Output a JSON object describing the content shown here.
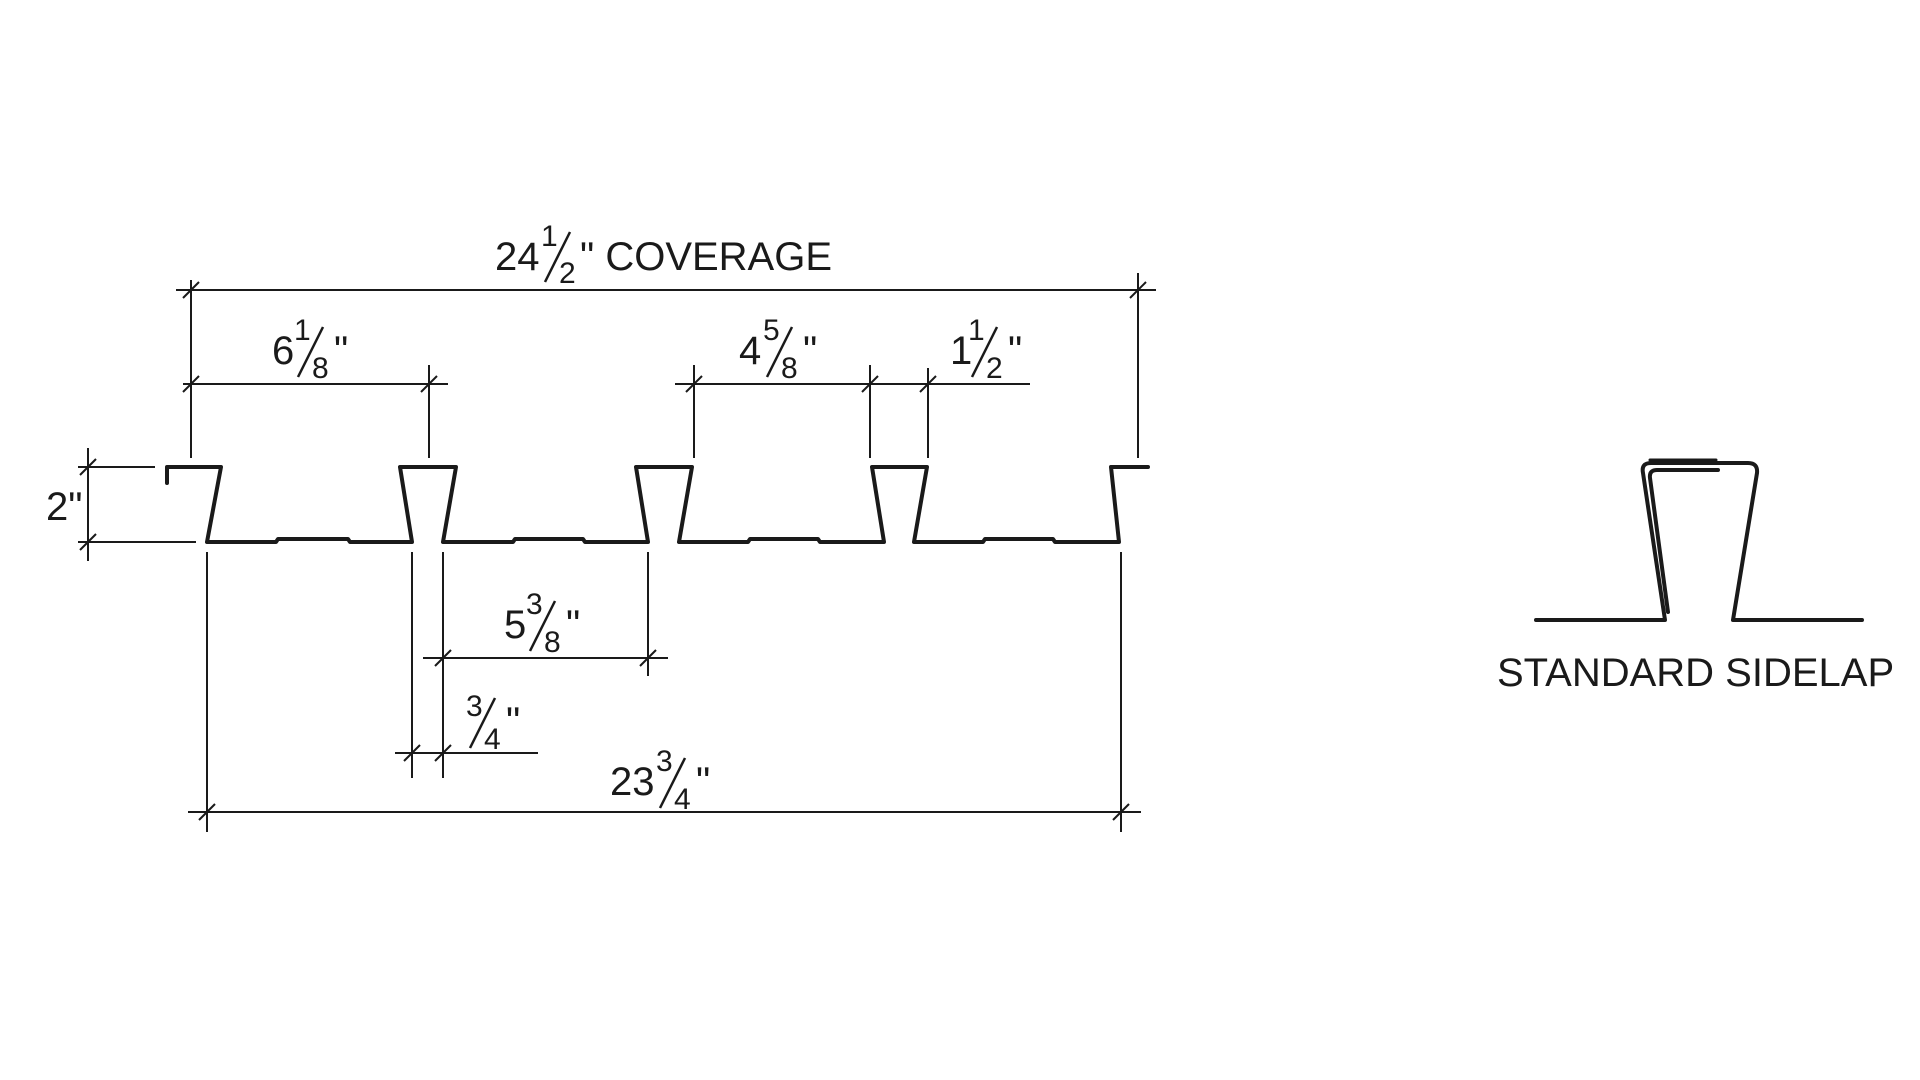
{
  "diagram": {
    "dimensions": {
      "coverage": {
        "whole": "24",
        "num": "1",
        "den": "2",
        "suffix": "\" COVERAGE"
      },
      "top_rib_pitch": {
        "whole": "6",
        "num": "1",
        "den": "8",
        "suffix": "\""
      },
      "rib_opening": {
        "whole": "4",
        "num": "5",
        "den": "8",
        "suffix": "\""
      },
      "rib_top_width": {
        "whole": "1",
        "num": "1",
        "den": "2",
        "suffix": "\""
      },
      "depth": {
        "text": "2\""
      },
      "bottom_flat": {
        "whole": "5",
        "num": "3",
        "den": "8",
        "suffix": "\""
      },
      "rib_bottom_width": {
        "whole": "",
        "num": "3",
        "den": "4",
        "suffix": "\""
      },
      "overall_width": {
        "whole": "23",
        "num": "3",
        "den": "4",
        "suffix": "\""
      }
    },
    "sidelap_title": "STANDARD SIDELAP"
  }
}
